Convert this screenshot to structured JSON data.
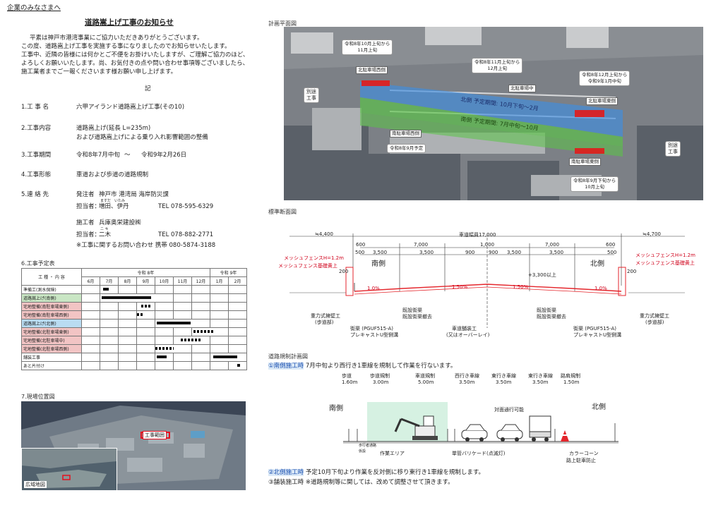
{
  "header": {
    "link": "企業のみなさまへ",
    "title": "道路嵩上げ工事のお知らせ"
  },
  "intro": [
    "平素は神戸市港湾事業にご協力いただきありがとうございます。",
    "この度、道路嵩上げ工事を実施する事になりましたのでお知らせいたします。",
    "工事中、近隣の皆様には何かとご不便をお掛けいたしますが、ご理解ご協力のほど、",
    "よろしくお願いいたします。尚、お気付きの点や問い合わせ事項等ございましたら、",
    "施工業者までご一報くださいます様お願い申し上げます。"
  ],
  "ki": "記",
  "items": {
    "name_label": "1.工 事 名",
    "name_value": "六甲アイランド道路嵩上げ工事(その10)",
    "content_label": "2.工事内容",
    "content_value1": "道路嵩上げ(延長 L=235m)",
    "content_value2": "および道路嵩上げによる乗り入れ影響範囲の整備",
    "period_label": "3.工事期間",
    "period_start": "令和8年7月中旬",
    "period_tilde": "～",
    "period_end": "令和9年2月26日",
    "form_label": "4.工事形態",
    "form_value": "車道および歩道の道路規制",
    "contact_label": "5.連 絡 先",
    "orderer_label": "発注者",
    "orderer_value": "神戸市 港湾局 海岸防災課",
    "person_label1": "担当者：",
    "person_ruby1": "ますだ　いたみ",
    "person_value1": "増田、伊丹",
    "tel1": "TEL 078-595-6329",
    "contractor_label": "施工者",
    "contractor_value": "兵庫奥栄建設㈱",
    "person_label2": "担当者：",
    "person_ruby2": "ニ キ",
    "person_value2": "二木",
    "tel2": "TEL 078-882-2771",
    "inquiry": "※工事に関するお問い合わせ 携帯 080-5874-3188"
  },
  "schedule": {
    "title": "6.工事予定表",
    "col_header": "工 種 ・ 内 容",
    "year1": "令和 8年",
    "year2": "令和 9年",
    "months": [
      "6月",
      "7月",
      "8月",
      "9月",
      "10月",
      "11月",
      "12月",
      "1月",
      "2月"
    ],
    "rows": [
      "準備工(測水保険)",
      "道路嵩上げ(南側)",
      "宅地整備(南駐車場東側)",
      "宅地整備(南駐車場西側)",
      "道路嵩上げ(北側)",
      "宅地整備(北駐車場東側)",
      "宅地整備(北駐車場中)",
      "宅地整備(北駐車場西側)",
      "舗装工事",
      "あと片付け"
    ]
  },
  "site": {
    "title": "7.現場位置図",
    "range_label": "工事範囲",
    "wide_label": "広域地図"
  },
  "plan": {
    "title": "計画平面図",
    "labels": {
      "a": "令和8年10月上旬から\n11月上旬",
      "b": "令和8年11月上旬から\n12月上旬",
      "c": "令和8年12月上旬から\n令和9年1月中旬",
      "d": "令和8年9月予定",
      "e": "令和8年9月下旬から\n10月上旬",
      "north_west": "北駐車場西側",
      "north_mid": "北駐車場中",
      "north_east": "北駐車場東側",
      "south_west": "南駐車場西側",
      "south_east": "南駐車場東側",
      "blue_band": "北側 予定期間: 10月下旬～2月",
      "green_band": "南側 予定期間: 7月中旬～10月",
      "sep_left": "別途\n工事",
      "sep_right": "別途\n工事"
    }
  },
  "section": {
    "title": "標準断面図",
    "south": "南側",
    "north": "北側",
    "w_total": "車道幅員17,000",
    "w_left": "≒4,400",
    "w_right": "≒4,700",
    "dims": [
      "7,000",
      "1,000",
      "7,000",
      "500",
      "3,500",
      "3,500",
      "900",
      "900",
      "3,500",
      "3,500",
      "500",
      "600",
      "600",
      "200",
      "200"
    ],
    "fence_l": "メッシュフェンスH=1.2m",
    "fence_base_l": "メッシュフェンス基礎黄上",
    "fence_r": "メッシュフェンスH=1.2m",
    "fence_base_r": "メッシュフェンス基礎黄上",
    "wall_l1": "重力式擁壁工",
    "wall_l2": "(歩道部)",
    "wall_r1": "重力式擁壁工",
    "wall_r2": "(歩道部)",
    "gutter_l1": "街渠 (PGUF515-A)",
    "gutter_l2": "プレキャストU型側溝",
    "gutter_r1": "街渠 (PGUF515-A)",
    "gutter_r2": "プレキャストU型側溝",
    "curb_l1": "既設街渠",
    "curb_l2": "既設街渠撤去",
    "curb_r1": "既設街渠",
    "curb_r2": "既設街渠撤去",
    "pave1": "車道舗装工",
    "pave2": "(又はオーバーレイ)",
    "raise": "+3,300以上",
    "slopes": [
      "1.0%",
      "1.50%",
      "1.50%",
      "1.0%"
    ]
  },
  "reg": {
    "title": "道路規制計画図",
    "step1_tag": "①南側施工時",
    "step1_text": "7月中旬より西行き1車線を規制して作業を行ないます。",
    "cols": [
      {
        "n": "歩道",
        "w": "1.60m"
      },
      {
        "n": "歩道規制",
        "w": "3.00m"
      },
      {
        "n": "車道規制",
        "w": "5.00m"
      },
      {
        "n": "西行き車線",
        "w": "3.50m"
      },
      {
        "n": "東行き車線",
        "w": "3.50m"
      },
      {
        "n": "東行き車線",
        "w": "3.50m"
      },
      {
        "n": "路肩規制",
        "w": "1.50m"
      }
    ],
    "south": "南側",
    "north": "北側",
    "traffic": "対面通行可能",
    "work_area": "作業エリア",
    "barricade": "単管バリケード(点滅灯)",
    "cone": "カラーコーン",
    "cone2": "路上駐車防止",
    "side_a": "歩行者通路",
    "side_b": "仮設",
    "step2_tag": "②北側施工時",
    "step2_text": "予定10月下旬より作業を反対側に移り東行き1車線を規制します。",
    "step3_tag": "③舗装施工時",
    "step3_text": "※道路規制等に関しては、改めて調整させて頂きます。"
  }
}
